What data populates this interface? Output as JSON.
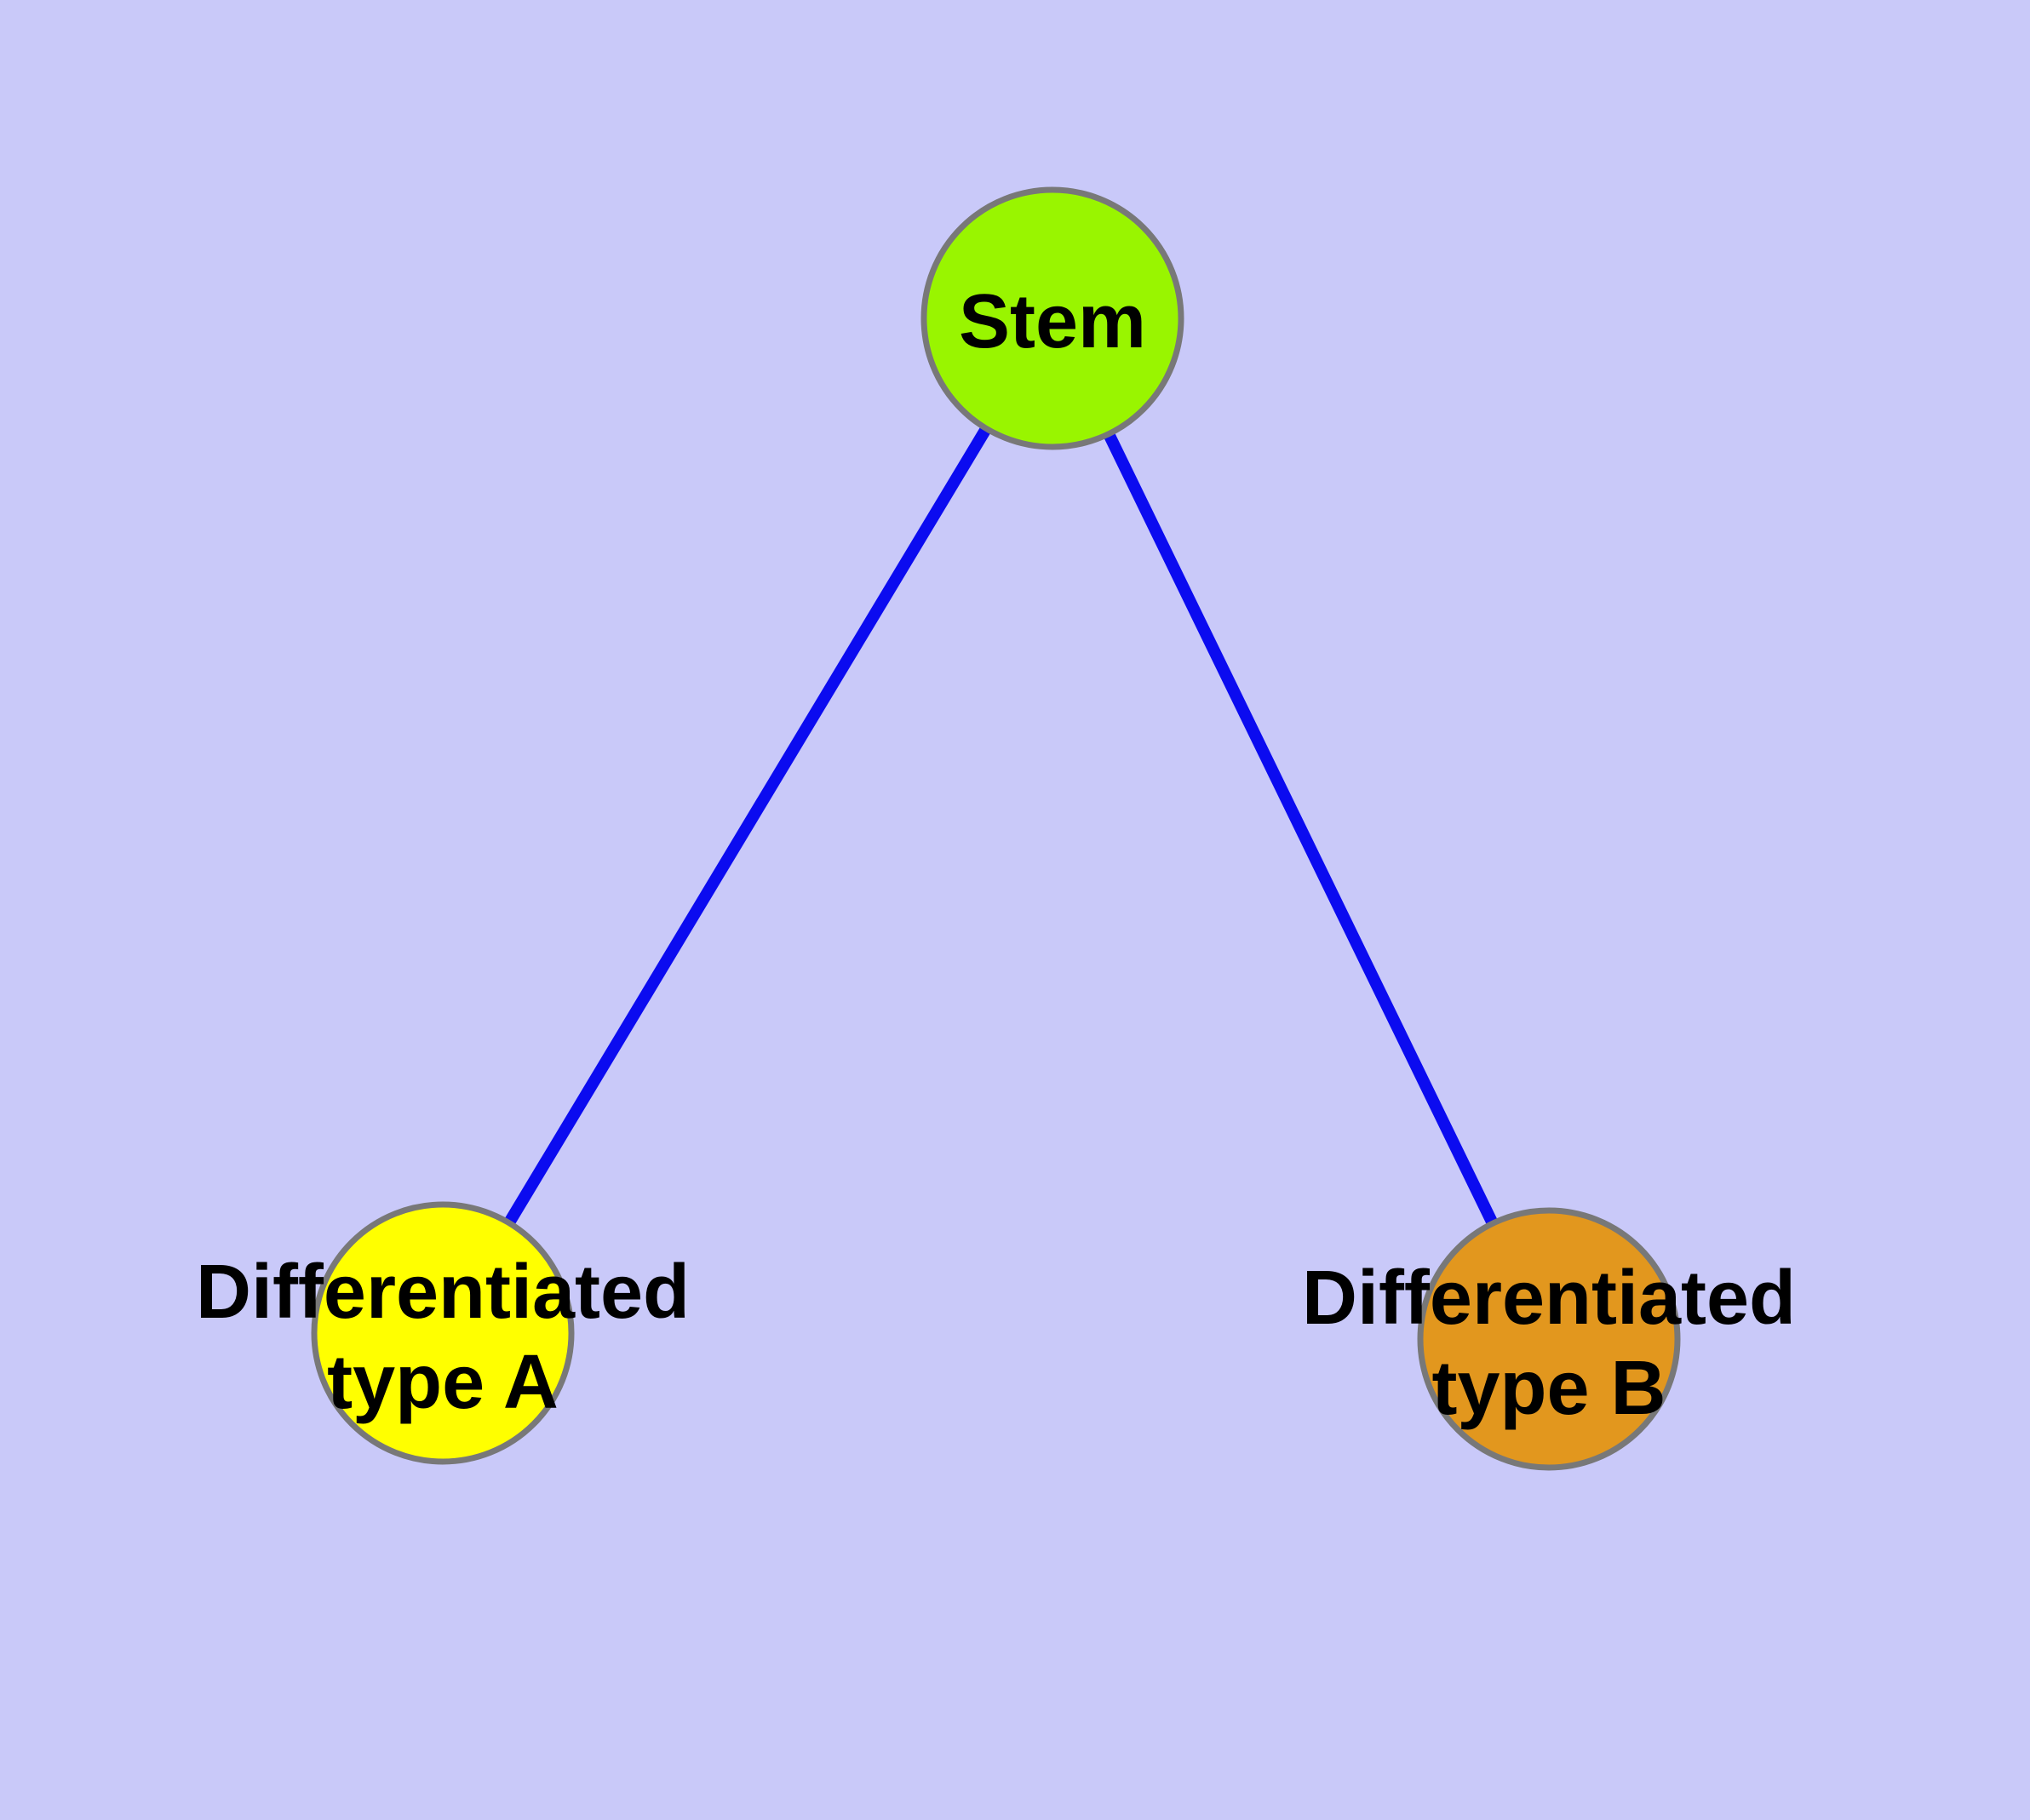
{
  "canvas": {
    "background": "#c9c9f9"
  },
  "nodes": {
    "stem": {
      "label": "Stem",
      "fill": "#99f500",
      "border": "#787878",
      "text_color": "#000000"
    },
    "type_a": {
      "label_line1": "Differentiated",
      "label_line2": "type A",
      "fill": "#ffff00",
      "border": "#787878",
      "text_color": "#000000"
    },
    "type_b": {
      "label_line1": "Differentiated",
      "label_line2": "type B",
      "fill": "#e2971e",
      "border": "#787878",
      "text_color": "#000000"
    }
  },
  "edges": [
    {
      "from": "Stem",
      "to": "Differentiated type A",
      "color": "#0b0bf0"
    },
    {
      "from": "Stem",
      "to": "Differentiated type B",
      "color": "#0b0bf0"
    }
  ]
}
